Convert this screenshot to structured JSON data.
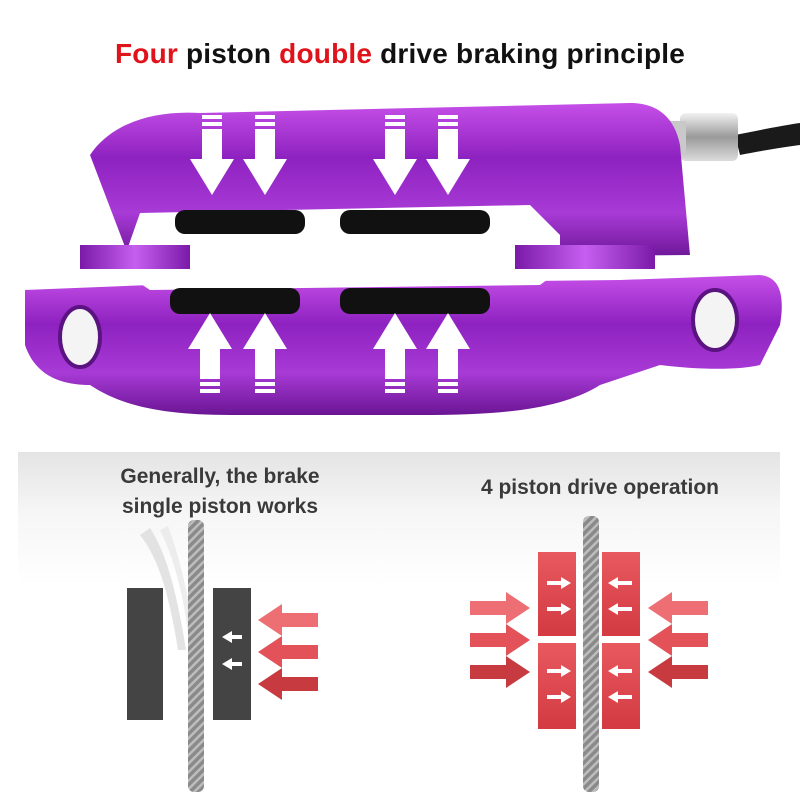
{
  "title": {
    "part1": "Four",
    "part2": "piston",
    "part3": "double",
    "part4": "drive braking principle"
  },
  "colors": {
    "accent_red": "#e0121a",
    "caliper_purple": "#9a2fc9",
    "arrow_red": "#d9434b",
    "pad_dark": "#3c3c3c"
  },
  "single_piston": {
    "caption_line1": "Generally, the brake",
    "caption_line2": "single piston works"
  },
  "four_piston": {
    "caption": "4 piston drive operation"
  }
}
